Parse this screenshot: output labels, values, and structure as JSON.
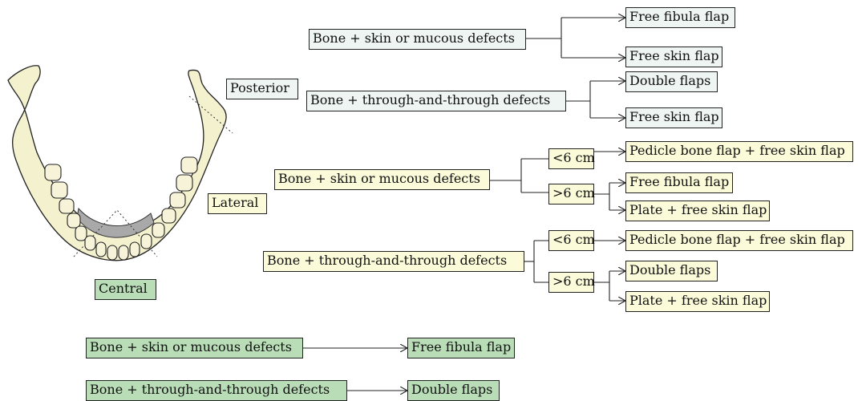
{
  "regions": {
    "posterior": "Posterior",
    "lateral": "Lateral",
    "central": "Central"
  },
  "posterior": {
    "skin_defect": "Bone + skin or mucous defects",
    "skin_defect_opt1": "Free fibula flap",
    "skin_defect_opt2": "Free skin flap",
    "through_defect": "Bone + through-and-through defects",
    "through_defect_opt1": "Double flaps",
    "through_defect_opt2": "Free skin flap"
  },
  "lateral": {
    "skin_defect": "Bone + skin or mucous defects",
    "skin_lt6": "<6 cm",
    "skin_lt6_opt": "Pedicle bone flap + free skin flap",
    "skin_gt6": ">6 cm",
    "skin_gt6_opt1": "Free fibula flap",
    "skin_gt6_opt2": "Plate + free skin flap",
    "through_defect": "Bone + through-and-through defects",
    "through_lt6": "<6 cm",
    "through_lt6_opt": "Pedicle bone flap + free skin flap",
    "through_gt6": ">6 cm",
    "through_gt6_opt1": "Double flaps",
    "through_gt6_opt2": "Plate + free skin flap"
  },
  "central": {
    "skin_defect": "Bone + skin or mucous defects",
    "skin_defect_opt": "Free fibula flap",
    "through_defect": "Bone + through-and-through defects",
    "through_defect_opt": "Double flaps"
  },
  "colors": {
    "posterior": "#eef5f3",
    "lateral": "#fcfbd9",
    "central": "#b9ddb7",
    "bone": "#f4f1cf",
    "defect": "#a9a9a9"
  }
}
